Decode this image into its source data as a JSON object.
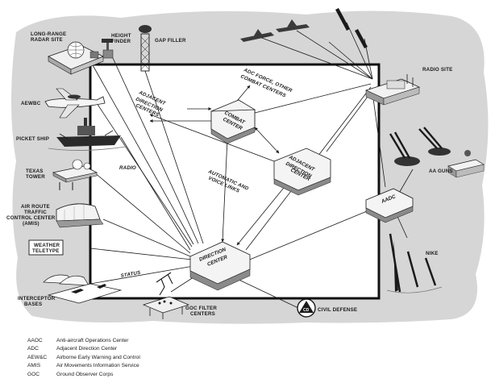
{
  "labels": {
    "long_range_radar_site": [
      "LONG-RANGE",
      "RADAR SITE"
    ],
    "height_finder": [
      "HEIGHT",
      "FINDER"
    ],
    "gap_filler": "GAP FILLER",
    "radio_site": "RADIO SITE",
    "aewbc": "AEWBC",
    "picket_ship": "PICKET SHIP",
    "texas_tower": [
      "TEXAS",
      "TOWER"
    ],
    "air_route": [
      "AIR ROUTE",
      "TRAFFIC",
      "CONTROL CENTER",
      "(AMIS)"
    ],
    "weather_teletype": [
      "WEATHER",
      "TELETYPE"
    ],
    "interceptor_bases": [
      "INTERCEPTOR",
      "BASES"
    ],
    "goc_filter_centers": [
      "GOC FILTER",
      "CENTERS"
    ],
    "civil_defense": "CIVIL DEFENSE",
    "cd_emblem": "CD",
    "aa_guns": "AA GUNS",
    "nike": "NIKE",
    "radio": "RADIO",
    "status": "STATUS",
    "adjacent_direction_centers": [
      "ADJACENT",
      "DIRECTION",
      "CENTERS"
    ],
    "adc_force": [
      "ADC FORCE, OTHER",
      "COMBAT CENTERS"
    ],
    "automatic_voice": [
      "AUTOMATIC AND",
      "VOICE LINKS"
    ]
  },
  "nodes": {
    "combat_center": [
      "COMBAT",
      "CENTER"
    ],
    "adjacent_direction_center": [
      "ADJACENT",
      "DIRECTION",
      "CENTER"
    ],
    "aadc": "AADC",
    "direction_center": [
      "DIRECTION",
      "CENTER"
    ]
  },
  "legend": [
    {
      "abbr": "AAOC",
      "def": "Anti-aircraft Operations Center"
    },
    {
      "abbr": "ADC",
      "def": "Adjacent Direction Center"
    },
    {
      "abbr": "AEW&C",
      "def": "Airborne Early Warning and Control"
    },
    {
      "abbr": "AMIS",
      "def": "Air Movements Information Service"
    },
    {
      "abbr": "GOC",
      "def": "Ground Observer Corps"
    }
  ],
  "colors": {
    "backdrop": "#d9d9d9",
    "frame": "#111111",
    "ink": "#1a1a1a",
    "box_top": "#f4f4f4",
    "box_side": "#9a9a9a"
  }
}
